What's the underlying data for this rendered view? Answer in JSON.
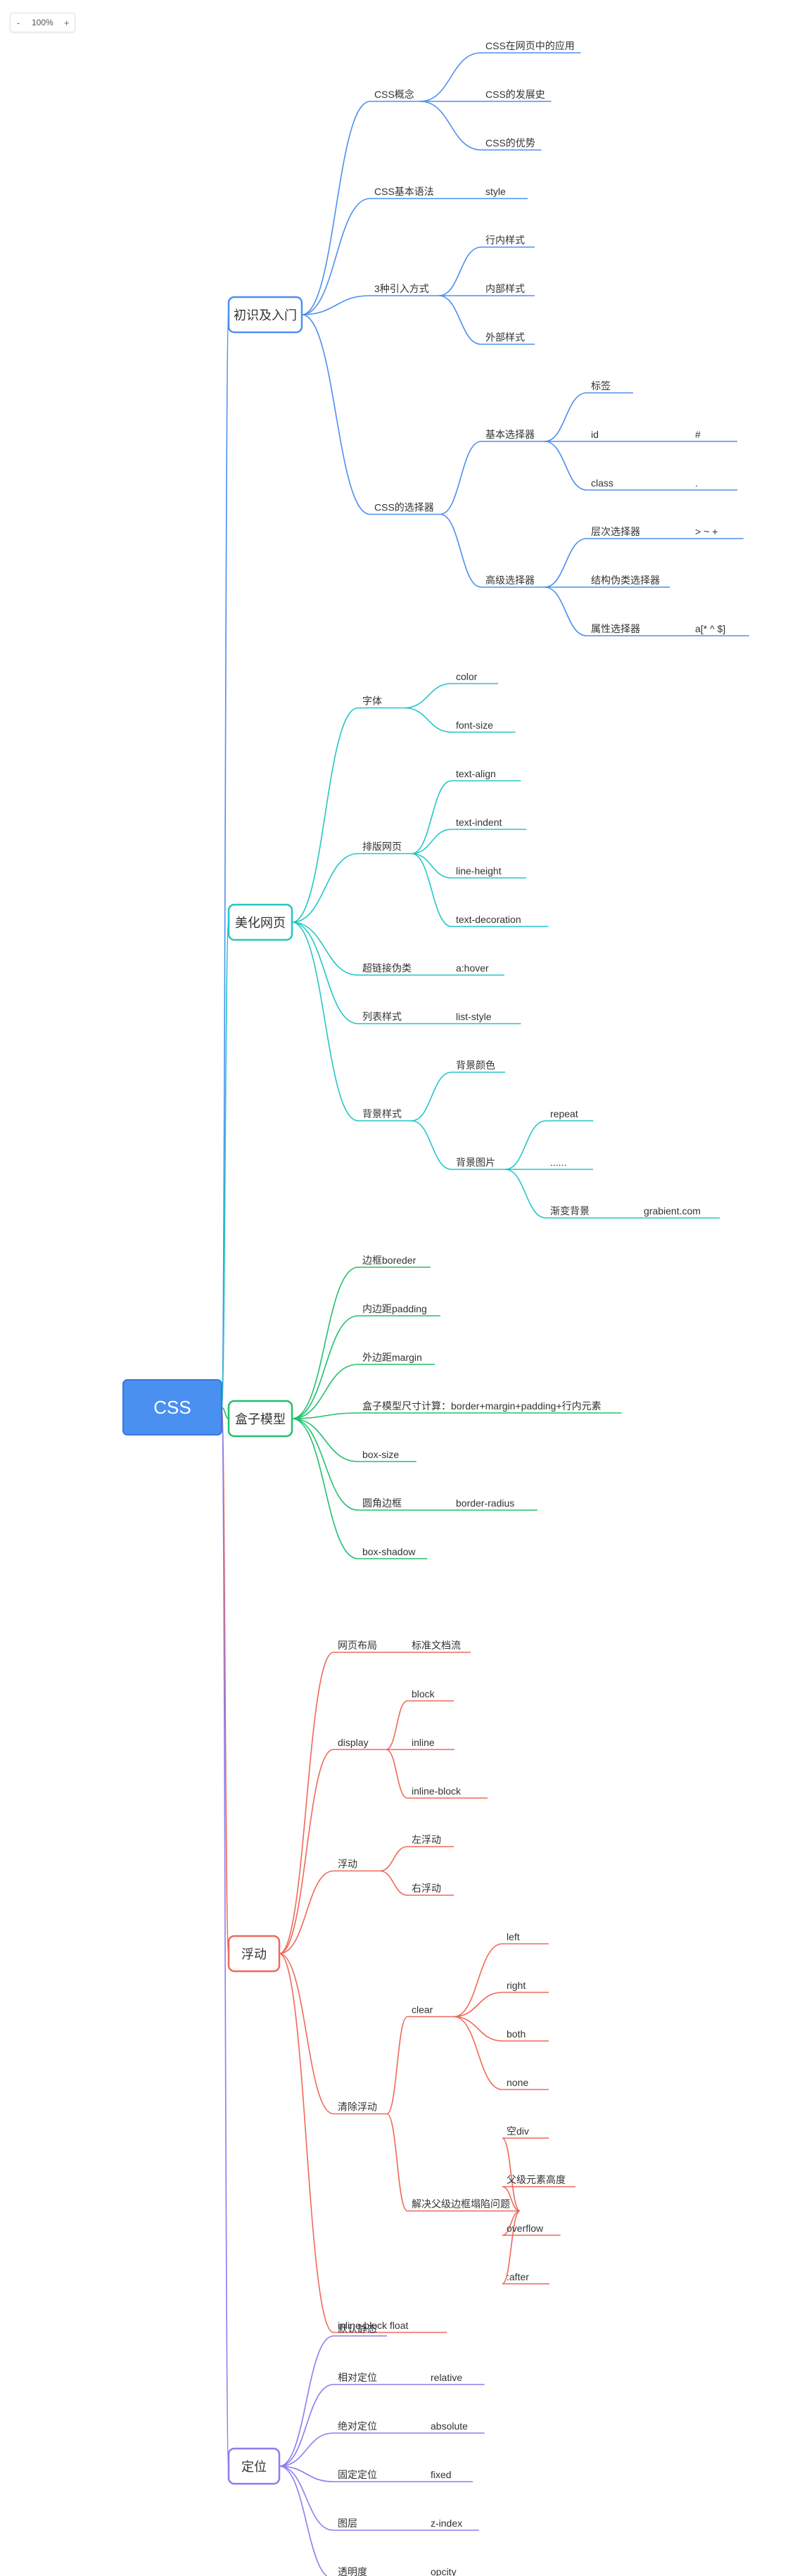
{
  "zoom": {
    "minus": "-",
    "value": "100%",
    "plus": "+"
  },
  "root": {
    "label": "CSS",
    "color": "#4a90f0"
  },
  "branches": [
    {
      "key": "intro",
      "label": "初识及入门",
      "color": "#4e8ff0",
      "children": [
        {
          "label": "CSS概念",
          "children": [
            {
              "label": "CSS在网页中的应用"
            },
            {
              "label": "CSS的发展史"
            },
            {
              "label": "CSS的优势"
            }
          ]
        },
        {
          "label": "CSS基本语法",
          "children": [
            {
              "label": "style"
            }
          ]
        },
        {
          "label": "3种引入方式",
          "children": [
            {
              "label": "行内样式"
            },
            {
              "label": "内部样式"
            },
            {
              "label": "外部样式"
            }
          ]
        },
        {
          "label": "CSS的选择器",
          "children": [
            {
              "label": "基本选择器",
              "children": [
                {
                  "label": "标签"
                },
                {
                  "label": "id",
                  "children": [
                    {
                      "label": "#"
                    }
                  ]
                },
                {
                  "label": "class",
                  "children": [
                    {
                      "label": "."
                    }
                  ]
                }
              ]
            },
            {
              "label": "高级选择器",
              "children": [
                {
                  "label": "层次选择器",
                  "children": [
                    {
                      "label": ">  ~  +"
                    }
                  ]
                },
                {
                  "label": "结构伪类选择器"
                },
                {
                  "label": "属性选择器",
                  "children": [
                    {
                      "label": "a[* ^ $]"
                    }
                  ]
                }
              ]
            }
          ]
        }
      ]
    },
    {
      "key": "beautify",
      "label": "美化网页",
      "color": "#25c6c6",
      "children": [
        {
          "label": "字体",
          "children": [
            {
              "label": "color"
            },
            {
              "label": "font-size"
            }
          ]
        },
        {
          "label": "排版网页",
          "children": [
            {
              "label": "text-align"
            },
            {
              "label": "text-indent"
            },
            {
              "label": "line-height"
            },
            {
              "label": "text-decoration"
            }
          ]
        },
        {
          "label": "超链接伪类",
          "children": [
            {
              "label": "a:hover"
            }
          ]
        },
        {
          "label": "列表样式",
          "children": [
            {
              "label": "list-style"
            }
          ]
        },
        {
          "label": "背景样式",
          "children": [
            {
              "label": "背景颜色"
            },
            {
              "label": "背景图片",
              "children": [
                {
                  "label": "repeat"
                },
                {
                  "label": "......"
                },
                {
                  "label": "渐变背景",
                  "children": [
                    {
                      "label": "grabient.com"
                    }
                  ]
                }
              ]
            }
          ]
        }
      ]
    },
    {
      "key": "boxmodel",
      "label": "盒子模型",
      "color": "#22c06a",
      "children": [
        {
          "label": "边框boreder"
        },
        {
          "label": "内边距padding"
        },
        {
          "label": "外边距margin"
        },
        {
          "label": "盒子模型尺寸计算：border+margin+padding+行内元素"
        },
        {
          "label": "box-size"
        },
        {
          "label": "圆角边框",
          "children": [
            {
              "label": "border-radius"
            }
          ]
        },
        {
          "label": "box-shadow"
        }
      ]
    },
    {
      "key": "float",
      "label": "浮动",
      "color": "#f0685a",
      "children": [
        {
          "label": "网页布局",
          "children": [
            {
              "label": "标准文档流"
            }
          ]
        },
        {
          "label": "display",
          "children": [
            {
              "label": "block"
            },
            {
              "label": "inline"
            },
            {
              "label": "inline-block"
            }
          ]
        },
        {
          "label": "浮动",
          "children": [
            {
              "label": "左浮动"
            },
            {
              "label": "右浮动"
            }
          ]
        },
        {
          "label": "清除浮动",
          "children": [
            {
              "label": "clear",
              "children": [
                {
                  "label": "left"
                },
                {
                  "label": "right"
                },
                {
                  "label": "both"
                },
                {
                  "label": "none"
                }
              ]
            },
            {
              "label": "解决父级边框塌陷问题",
              "children": [
                {
                  "label": "空div"
                },
                {
                  "label": "父级元素高度"
                },
                {
                  "label": "overflow"
                },
                {
                  "label": ":after"
                }
              ]
            }
          ]
        },
        {
          "label": "inline-block float"
        }
      ]
    },
    {
      "key": "position",
      "label": "定位",
      "color": "#8a7ef0",
      "children": [
        {
          "label": "默认静态"
        },
        {
          "label": "相对定位",
          "children": [
            {
              "label": "relative"
            }
          ]
        },
        {
          "label": "绝对定位",
          "children": [
            {
              "label": "absolute"
            }
          ]
        },
        {
          "label": "固定定位",
          "children": [
            {
              "label": "fixed"
            }
          ]
        },
        {
          "label": "图层",
          "children": [
            {
              "label": "z-index"
            }
          ]
        },
        {
          "label": "透明度",
          "children": [
            {
              "label": "opcity"
            }
          ]
        }
      ]
    }
  ]
}
